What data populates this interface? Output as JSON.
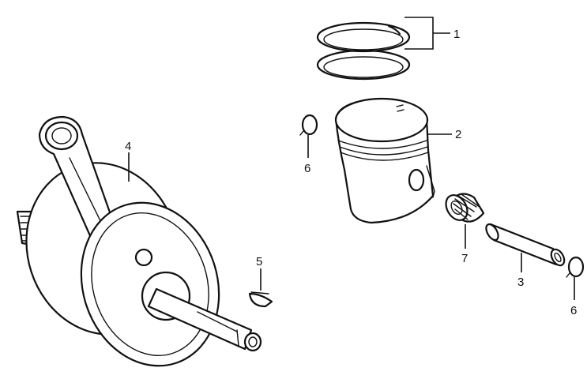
{
  "diagram": {
    "parts": [
      {
        "id": "piston-rings",
        "callout": "1"
      },
      {
        "id": "piston",
        "callout": "2"
      },
      {
        "id": "piston-pin",
        "callout": "3"
      },
      {
        "id": "crankshaft",
        "callout": "4"
      },
      {
        "id": "woodruff-key",
        "callout": "5"
      },
      {
        "id": "pin-clip-left",
        "callout": "6"
      },
      {
        "id": "pin-clip-right",
        "callout": "6"
      },
      {
        "id": "needle-bearing",
        "callout": "7"
      }
    ],
    "colors": {
      "ink": "#111111",
      "paper": "#ffffff"
    }
  }
}
